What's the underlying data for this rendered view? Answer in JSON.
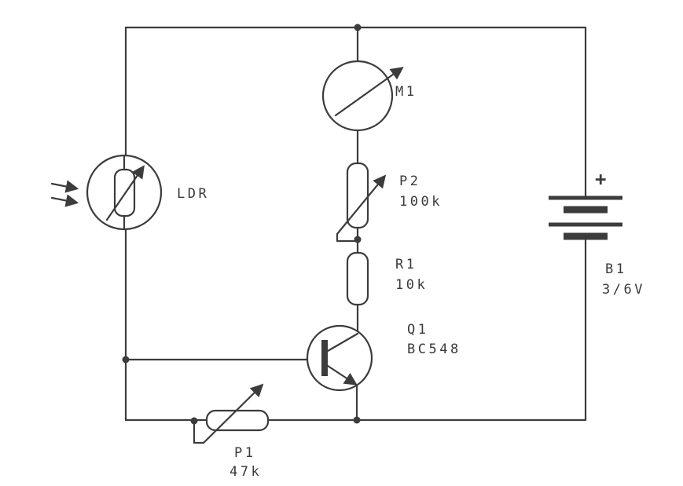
{
  "colors": {
    "line": "#3c3c3c",
    "background": "#ffffff"
  },
  "components": {
    "ldr": {
      "label": "LDR"
    },
    "m1": {
      "label": "M1"
    },
    "p2": {
      "label": "P2",
      "value": "100k"
    },
    "r1": {
      "label": "R1",
      "value": "10k"
    },
    "q1": {
      "label": "Q1",
      "value": "BC548"
    },
    "p1": {
      "label": "P1",
      "value": "47k"
    },
    "b1": {
      "label": "B1",
      "value": "3/6V",
      "polarity": "+"
    }
  }
}
